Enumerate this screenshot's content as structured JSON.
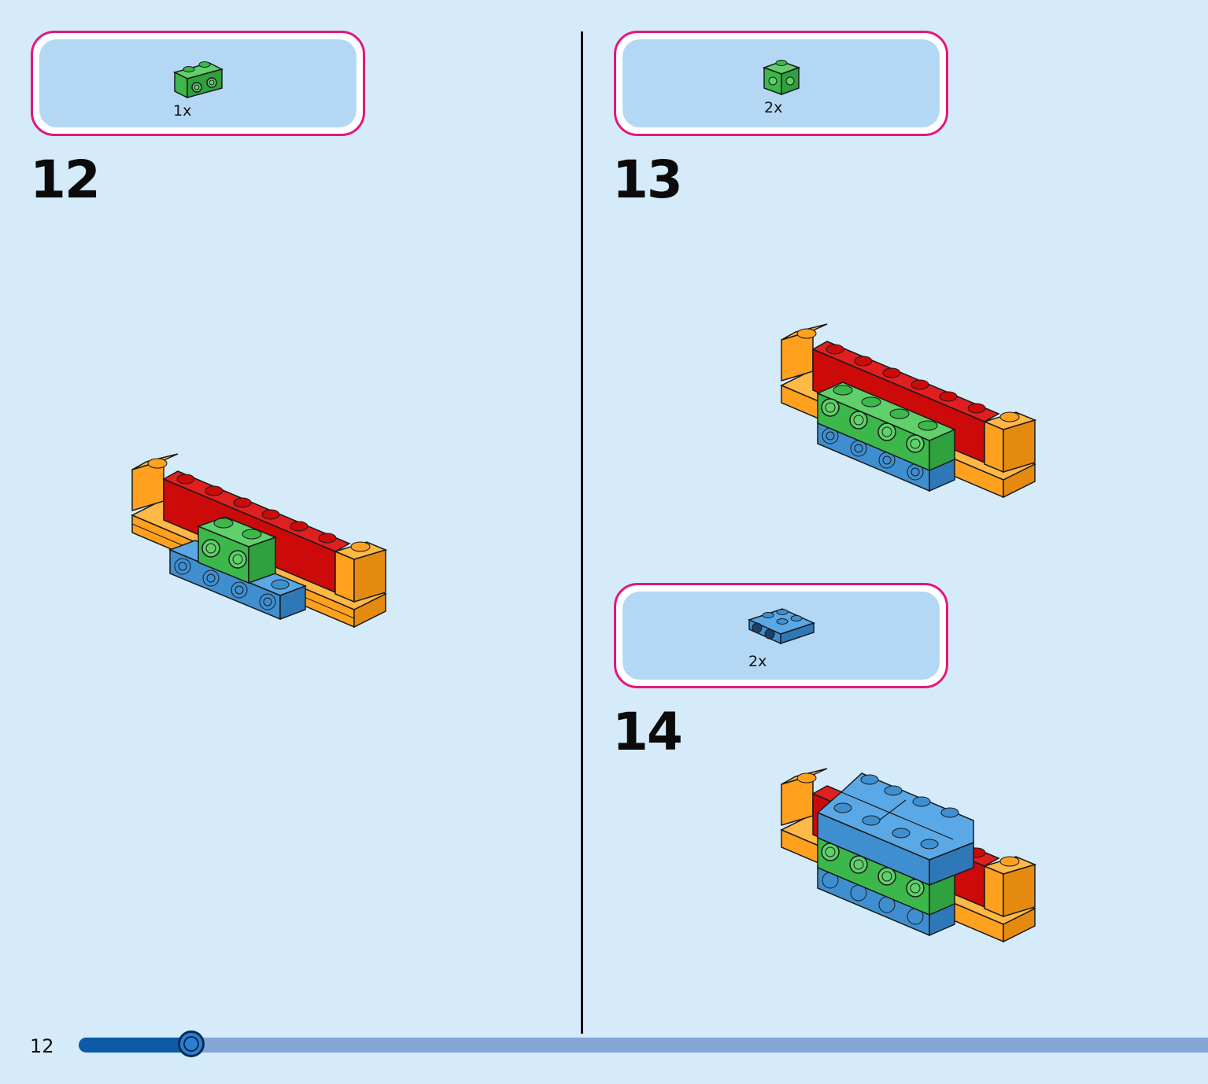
{
  "page": {
    "number": "12",
    "progress": 0.1
  },
  "colors": {
    "red": "#cc0a0a",
    "orange": "#ffa11f",
    "green": "#3cb84a",
    "blue": "#3f8fd0",
    "outline": "#1a1a1a",
    "pink_border": "#e3177d",
    "panel": "#b4d8f4",
    "background": "#d5ebfa"
  },
  "steps": [
    {
      "number": "12",
      "parts": [
        {
          "qty": "1x",
          "icon": "green-brick-1x2-with-side-studs-icon"
        }
      ]
    },
    {
      "number": "13",
      "parts": [
        {
          "qty": "2x",
          "icon": "green-brick-1x1-with-side-studs-icon"
        }
      ]
    },
    {
      "number": "14",
      "parts": [
        {
          "qty": "2x",
          "icon": "blue-plate-2x2-with-side-studs-icon"
        }
      ]
    }
  ]
}
